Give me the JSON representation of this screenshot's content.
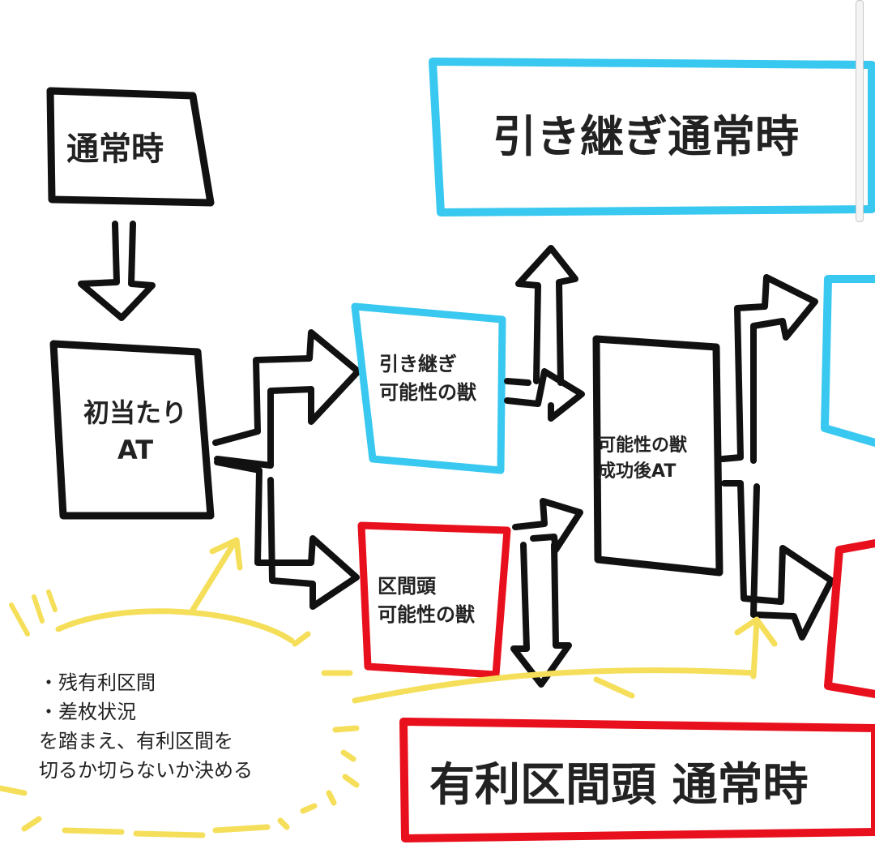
{
  "boxes": {
    "normal": "通常時",
    "initial_at": "初当たり\nAT",
    "hikitsugi_normal": "引き継ぎ通常時",
    "hikitsugi_beast": "引き継ぎ\n可能性の獣",
    "kukan_beast": "区間頭\n可能性の獣",
    "beast_success_at": "可能性の獣\n成功後AT",
    "yuri_kukan_normal": "有利区間頭 通常時"
  },
  "note": "・残有利区間\n・差枚状況\nを踏まえ、有利区間を\n切るか切らないか決める",
  "colors": {
    "black": "#111111",
    "blue": "#38c8f0",
    "red": "#e8101c",
    "yellow": "#f5df5a"
  }
}
